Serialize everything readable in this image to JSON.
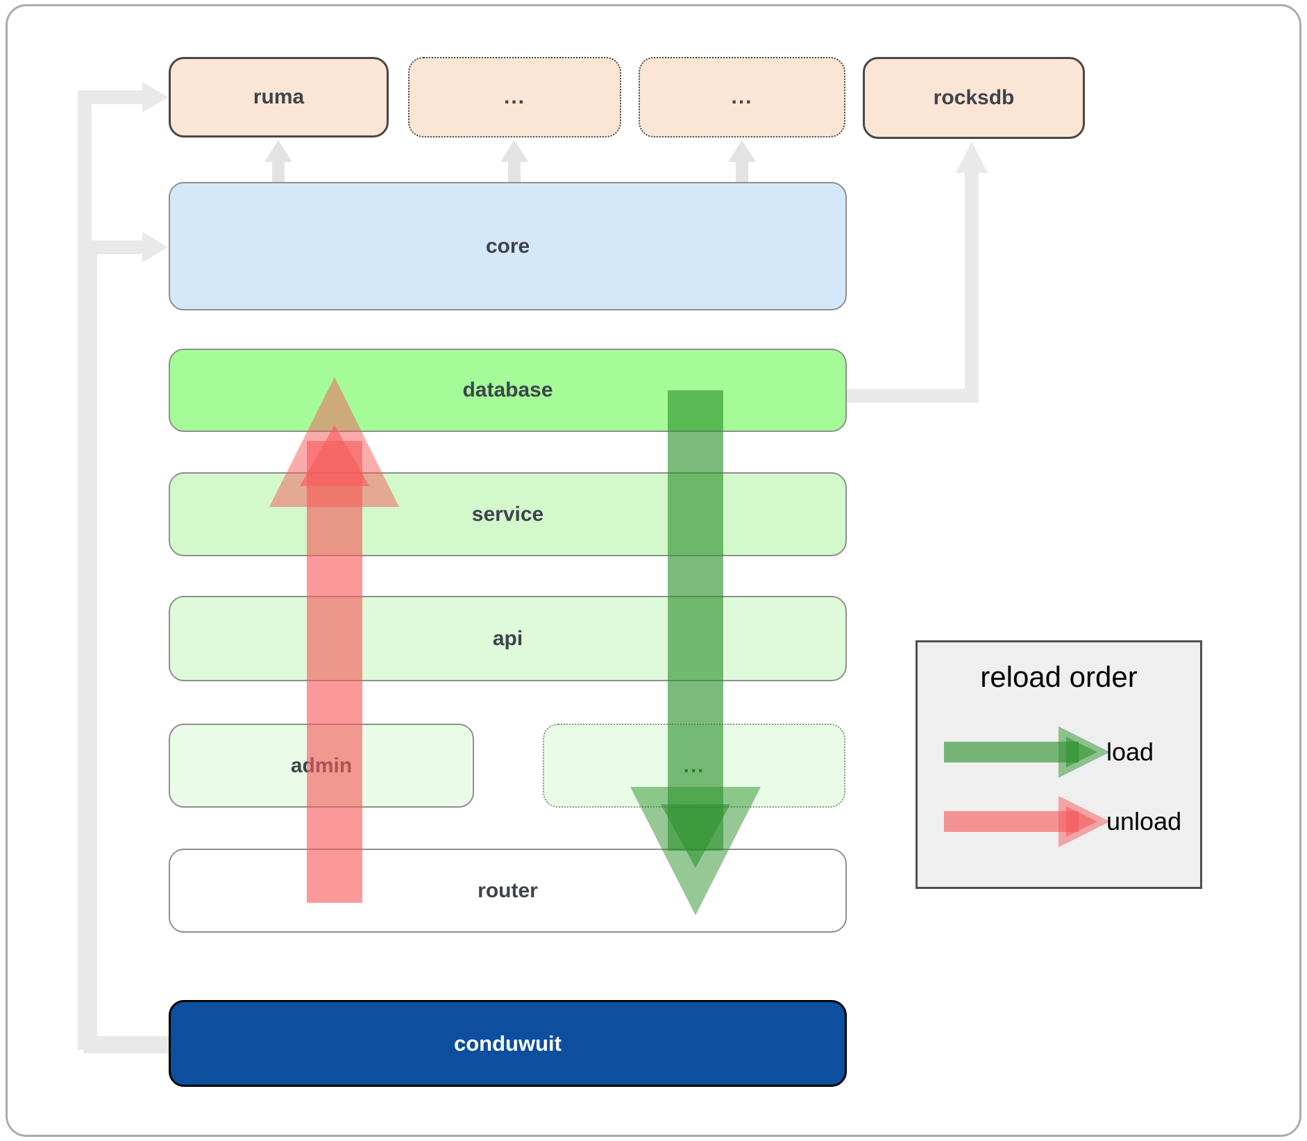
{
  "boxes": [
    {
      "id": "ruma",
      "label": "ruma"
    },
    {
      "id": "ellipsis-top-1",
      "label": "..."
    },
    {
      "id": "ellipsis-top-2",
      "label": "..."
    },
    {
      "id": "rocksdb",
      "label": "rocksdb"
    },
    {
      "id": "core",
      "label": "core"
    },
    {
      "id": "database",
      "label": "database"
    },
    {
      "id": "service",
      "label": "service"
    },
    {
      "id": "api",
      "label": "api"
    },
    {
      "id": "admin",
      "label": "admin"
    },
    {
      "id": "ellipsis-admin-row",
      "label": "..."
    },
    {
      "id": "router",
      "label": "router"
    },
    {
      "id": "conduwuit",
      "label": "conduwuit"
    }
  ],
  "legend": {
    "title": "reload order",
    "items": [
      {
        "label": "load",
        "color": "#2d922d"
      },
      {
        "label": "unload",
        "color": "#f55a5a"
      }
    ]
  },
  "colors": {
    "load_arrow": "#2d922d",
    "unload_arrow": "#f55a5a",
    "connector_gray": "#e9e9e9",
    "module_peach": "#fbe5d4",
    "core_blue": "#d5e8fa",
    "database_green": "#a4fb98",
    "service_green": "#d2f8cb",
    "api_green": "#defad8",
    "admin_green": "#eafce7",
    "conduwuit_blue": "#0d4e9e"
  }
}
